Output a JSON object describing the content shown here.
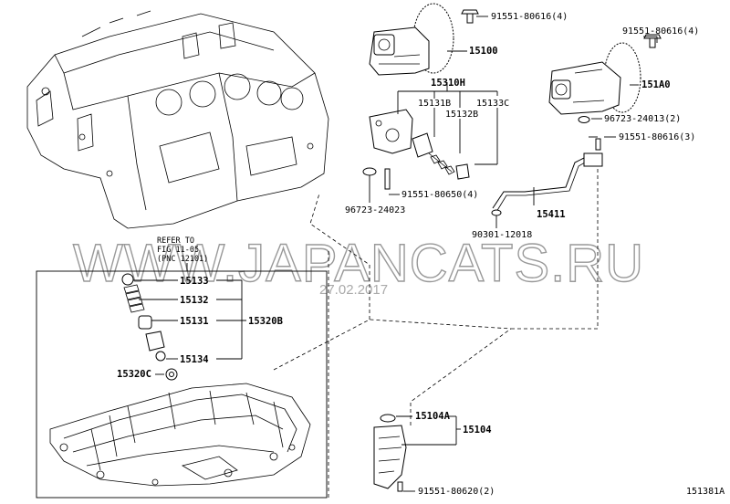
{
  "watermark": {
    "text": "WWW.JAPANCATS.RU",
    "date": "27.02.2017"
  },
  "figure_id": "151381A",
  "refer_note": {
    "line1": "REFER TO",
    "line2": "FIG 11-05",
    "line3": "(PNC 12101)"
  },
  "labels": {
    "bolt_15100": "91551-80616(4)",
    "p15100": "15100",
    "bolt_151A0": "91551-80616(4)",
    "p151A0": "151A0",
    "p15310H": "15310H",
    "p15131B": "15131B",
    "p15132B": "15132B",
    "p15133C": "15133C",
    "oring_151A0": "96723-24013(2)",
    "bolt_pipe": "91551-80616(3)",
    "bolt_15310": "91551-80650(4)",
    "oring_15310": "96723-24023",
    "p15411": "15411",
    "p90301": "90301-12018",
    "p15133": "15133",
    "p15132": "15132",
    "p15131": "15131",
    "p15320B": "15320B",
    "p15134": "15134",
    "p15320C": "15320C",
    "p15104A": "15104A",
    "p15104": "15104",
    "bolt_15104": "91551-80620(2)"
  }
}
